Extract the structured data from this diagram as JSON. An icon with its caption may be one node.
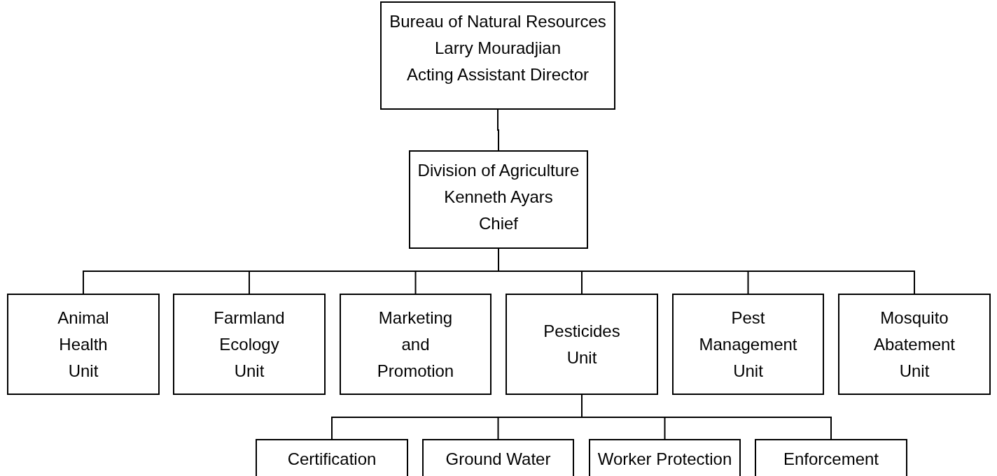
{
  "diagram": {
    "nodes": [
      {
        "text": [
          "Bureau of Natural Resources",
          "Larry Mouradjian",
          "Acting Assistant Director"
        ]
      },
      {
        "text": [
          "Division of Agriculture",
          "Kenneth Ayars",
          "Chief"
        ]
      },
      {
        "text": [
          "Animal Health Unit"
        ]
      },
      {
        "text": [
          "Farmland Ecology Unit"
        ]
      },
      {
        "text": [
          "Marketing and Promotion"
        ]
      },
      {
        "text": [
          "Pesticides Unit"
        ]
      },
      {
        "text": [
          "Pest Management Unit"
        ]
      },
      {
        "text": [
          "Mosquito Abatement Unit"
        ]
      },
      {
        "text": [
          "Certification"
        ]
      },
      {
        "text": [
          "Ground Water"
        ]
      },
      {
        "text": [
          "Worker Protection"
        ]
      },
      {
        "text": [
          "Enforcement"
        ]
      }
    ],
    "edges": [
      {
        "from": 0,
        "to": 1,
        "arrow": "none"
      },
      {
        "from": 1,
        "to": 2,
        "arrow": "none"
      },
      {
        "from": 1,
        "to": 3,
        "arrow": "none"
      },
      {
        "from": 1,
        "to": 4,
        "arrow": "none"
      },
      {
        "from": 1,
        "to": 5,
        "arrow": "none"
      },
      {
        "from": 1,
        "to": 6,
        "arrow": "none"
      },
      {
        "from": 1,
        "to": 7,
        "arrow": "none"
      },
      {
        "from": 5,
        "to": 8,
        "arrow": "none"
      },
      {
        "from": 5,
        "to": 9,
        "arrow": "none"
      },
      {
        "from": 5,
        "to": 10,
        "arrow": "none"
      },
      {
        "from": 5,
        "to": 11,
        "arrow": "none"
      }
    ]
  }
}
